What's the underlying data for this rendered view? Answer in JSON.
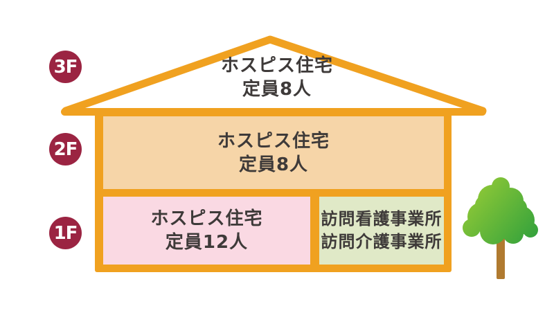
{
  "diagram_type": "building-floor-diagram",
  "floors": [
    {
      "badge": "3F",
      "rooms": [
        {
          "lines": [
            "ホスピス住宅",
            "定員8人"
          ]
        }
      ]
    },
    {
      "badge": "2F",
      "rooms": [
        {
          "lines": [
            "ホスピス住宅",
            "定員8人"
          ]
        }
      ]
    },
    {
      "badge": "1F",
      "rooms": [
        {
          "lines": [
            "ホスピス住宅",
            "定員12人"
          ]
        },
        {
          "lines": [
            "訪問看護事業所",
            "訪問介護事業所"
          ]
        }
      ]
    }
  ],
  "illustration": {
    "name": "tree"
  },
  "colors": {
    "outline": "#F0A120",
    "floor2_fill": "#F6D5A8",
    "floor1_left_fill": "#FAD9E3",
    "floor1_right_fill": "#E0E9C7",
    "badge": "#9B2442",
    "badge_text": "#FFFFFF",
    "text": "#3E3A39",
    "tree_light": "#9ACD36",
    "tree_dark": "#2FA03C",
    "trunk": "#B07A30",
    "bg": "#FFFFFF"
  }
}
